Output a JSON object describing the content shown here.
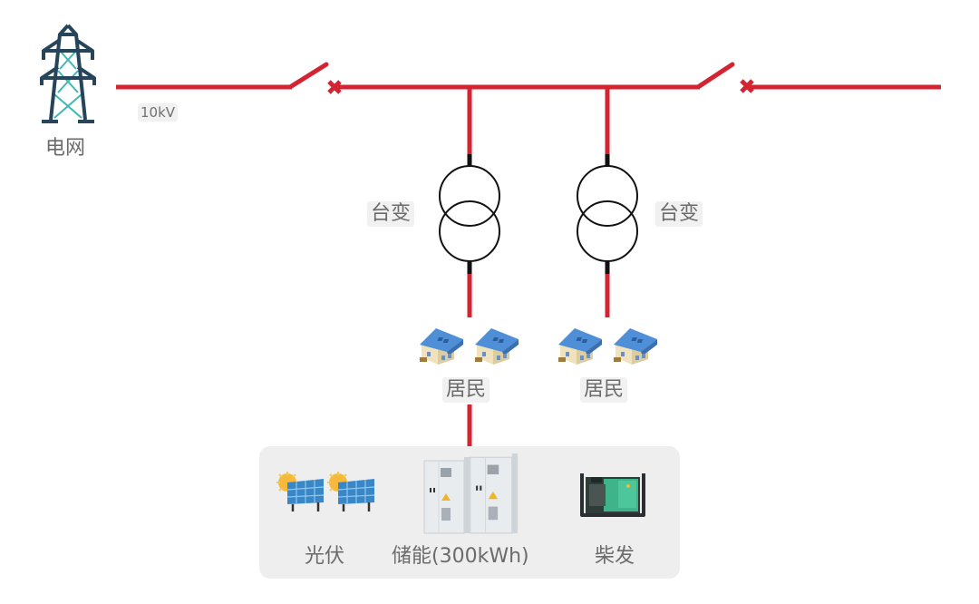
{
  "diagram": {
    "grid": {
      "label": "电网",
      "icon": "transmission-tower-icon"
    },
    "voltage_label": "10kV",
    "transformers": [
      {
        "label": "台变",
        "icon": "transformer-icon"
      },
      {
        "label": "台变",
        "icon": "transformer-icon"
      }
    ],
    "residents": [
      {
        "label": "居民",
        "icon": "house-icon"
      },
      {
        "label": "居民",
        "icon": "house-icon"
      }
    ],
    "sources": [
      {
        "label": "光伏",
        "icon": "solar-panel-icon"
      },
      {
        "label": "储能(300kWh)",
        "icon": "energy-storage-cabinet-icon"
      },
      {
        "label": "柴发",
        "icon": "diesel-generator-icon"
      }
    ],
    "switches": [
      {
        "state": "open",
        "icon": "open-breaker-icon"
      },
      {
        "state": "open",
        "icon": "open-breaker-icon"
      }
    ],
    "colors": {
      "line": "#d32432",
      "tower_frame": "#26445a",
      "tower_bracing": "#3fb8b4",
      "transformer": "#111111",
      "panel_bg": "#eeeeee"
    }
  }
}
